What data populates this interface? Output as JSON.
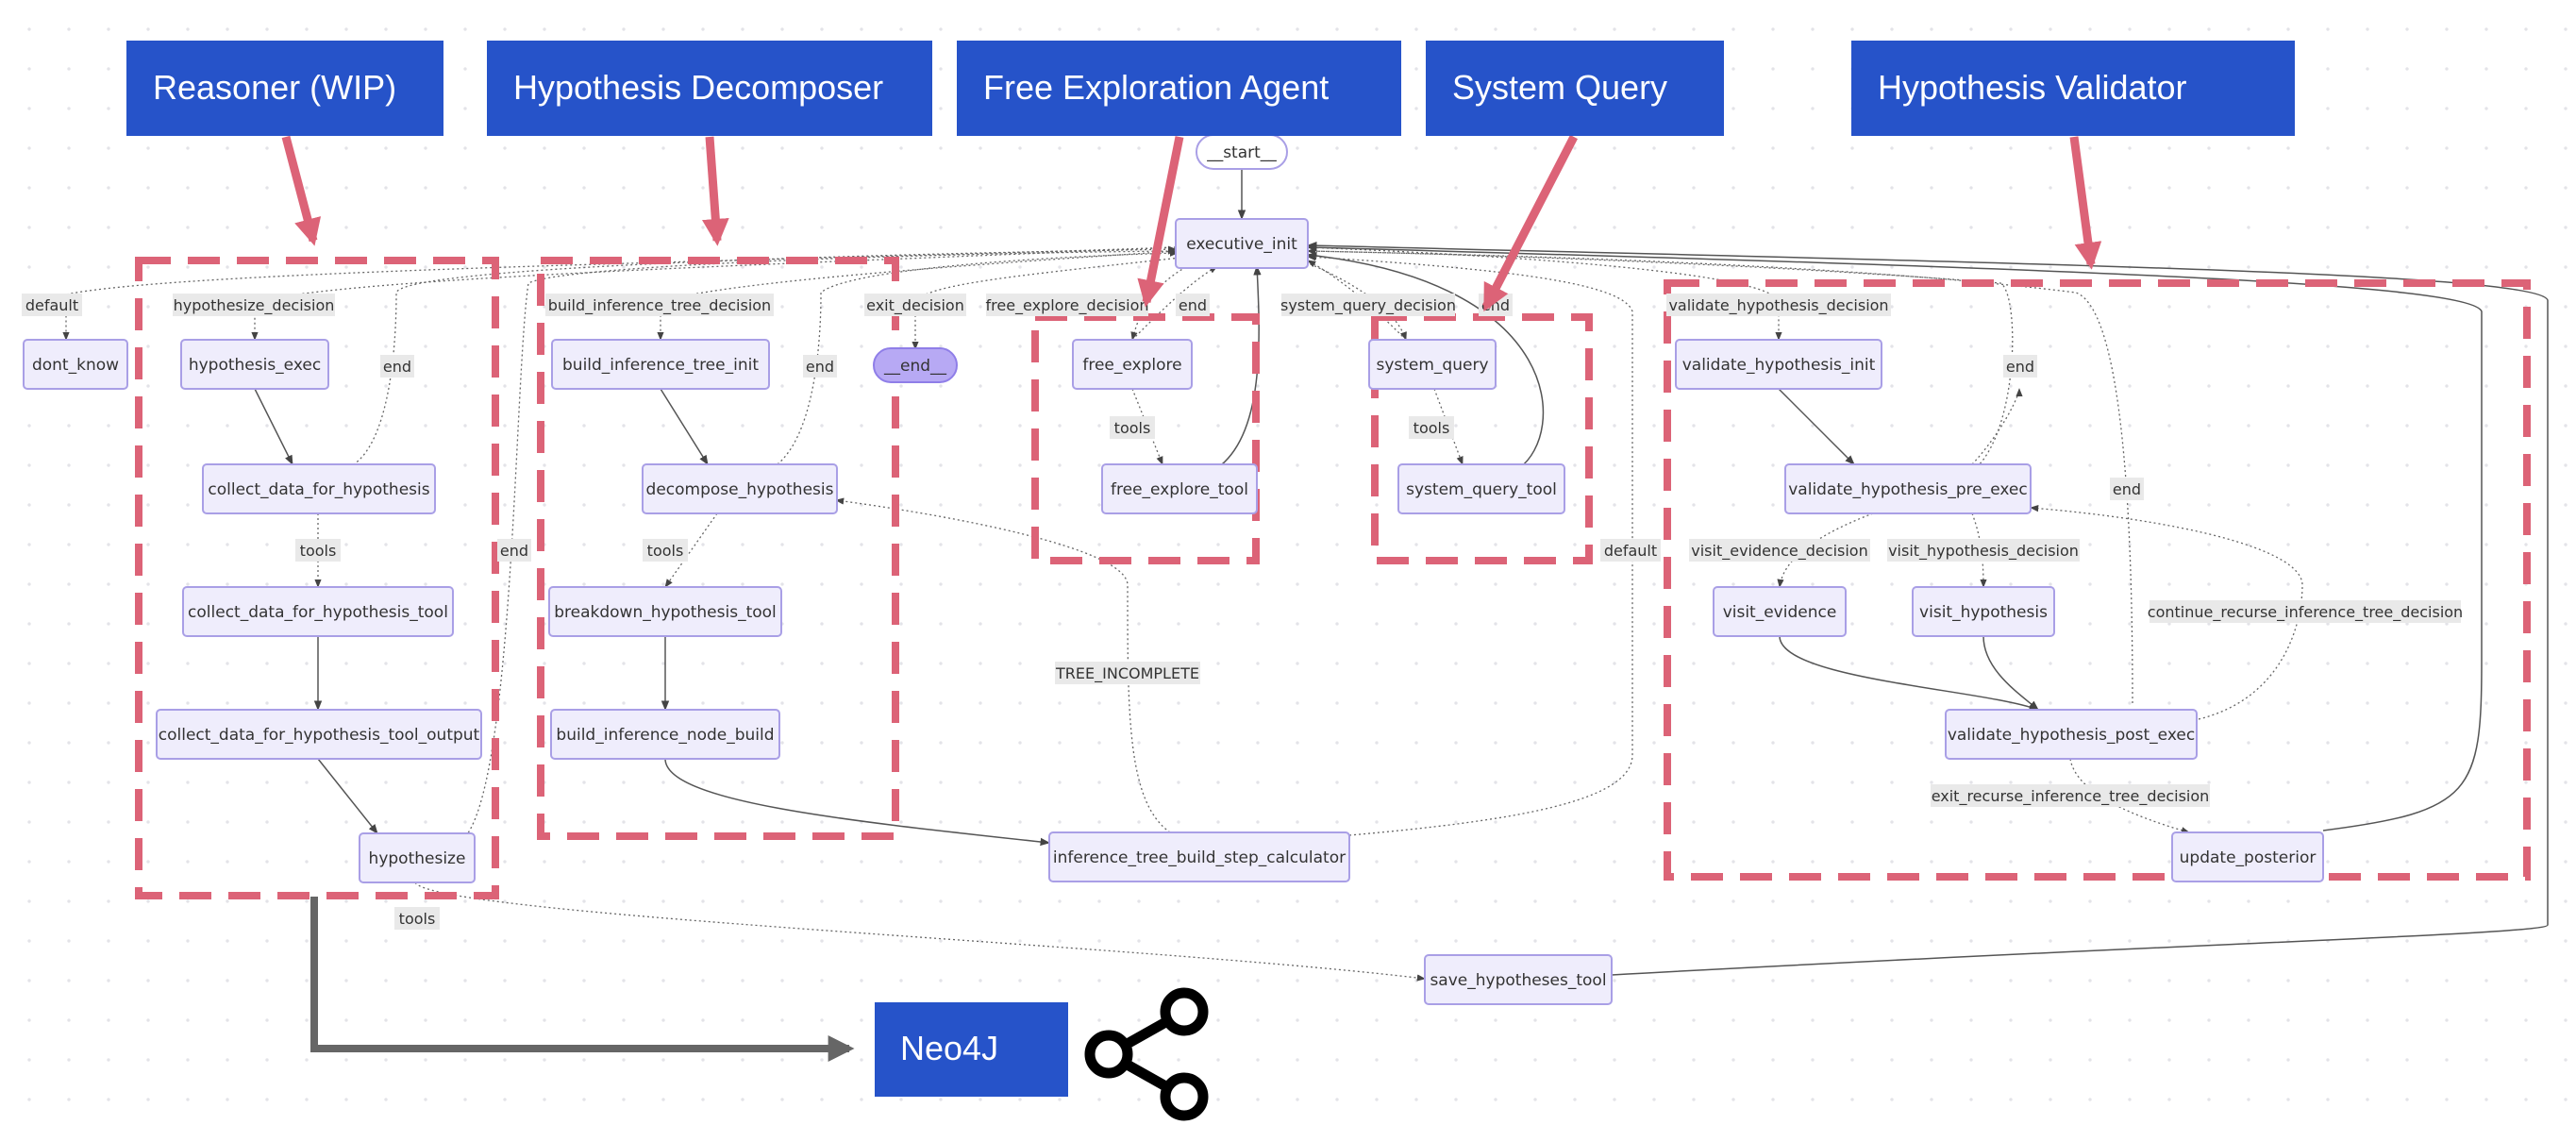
{
  "banners": {
    "reasoner": "Reasoner (WIP)",
    "decomposer": "Hypothesis Decomposer",
    "free_exploration": "Free Exploration Agent",
    "system_query": "System Query",
    "validator": "Hypothesis Validator",
    "neo4j": "Neo4J"
  },
  "nodes": {
    "start": "__start__",
    "end": "__end__",
    "executive_init": "executive_init",
    "dont_know": "dont_know",
    "hypothesis_exec": "hypothesis_exec",
    "collect_data_for_hypothesis": "collect_data_for_hypothesis",
    "collect_data_for_hypothesis_tool": "collect_data_for_hypothesis_tool",
    "collect_data_for_hypothesis_tool_output": "collect_data_for_hypothesis_tool_output",
    "hypothesize": "hypothesize",
    "build_inference_tree_init": "build_inference_tree_init",
    "decompose_hypothesis": "decompose_hypothesis",
    "breakdown_hypothesis_tool": "breakdown_hypothesis_tool",
    "build_inference_node_build": "build_inference_node_build",
    "free_explore": "free_explore",
    "free_explore_tool": "free_explore_tool",
    "system_query": "system_query",
    "system_query_tool": "system_query_tool",
    "validate_hypothesis_init": "validate_hypothesis_init",
    "validate_hypothesis_pre_exec": "validate_hypothesis_pre_exec",
    "visit_evidence": "visit_evidence",
    "visit_hypothesis": "visit_hypothesis",
    "validate_hypothesis_post_exec": "validate_hypothesis_post_exec",
    "update_posterior": "update_posterior",
    "inference_tree_build_step_calculator": "inference_tree_build_step_calculator",
    "save_hypotheses_tool": "save_hypotheses_tool"
  },
  "edge_labels": {
    "default_left": "default",
    "hypothesize_decision": "hypothesize_decision",
    "end_reasoner": "end",
    "tools_reasoner": "tools",
    "end_hypothesize": "end",
    "tools_save": "tools",
    "build_inference_tree_decision": "build_inference_tree_decision",
    "end_decomposer": "end",
    "tools_decomposer": "tools",
    "exit_decision": "exit_decision",
    "free_explore_decision": "free_explore_decision",
    "end_free": "end",
    "tools_free": "tools",
    "tree_incomplete": "TREE_INCOMPLETE",
    "system_query_decision": "system_query_decision",
    "end_system": "end",
    "tools_system": "tools",
    "default_right": "default",
    "validate_hypothesis_decision": "validate_hypothesis_decision",
    "end_validator": "end",
    "visit_evidence_decision": "visit_evidence_decision",
    "visit_hypothesis_decision": "visit_hypothesis_decision",
    "end_validator_post": "end",
    "continue_recurse_inference_tree_decision": "continue_recurse_inference_tree_decision",
    "exit_recurse_inference_tree_decision": "exit_recurse_inference_tree_decision"
  },
  "colors": {
    "banner": "#2653c9",
    "group_outline": "#dc6377",
    "node_fill": "#efedfc",
    "node_stroke": "#a99fe6",
    "end_node_fill": "#b7a9f4"
  },
  "icons": {
    "neo4j": "share-graph-icon"
  }
}
